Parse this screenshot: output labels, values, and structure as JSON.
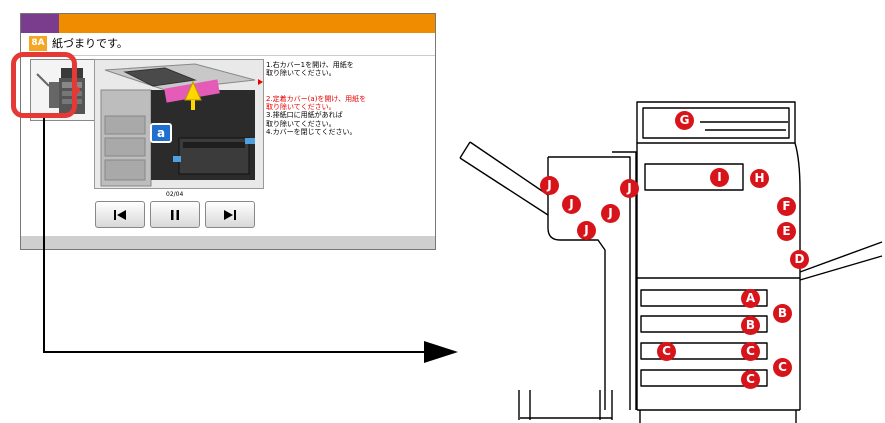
{
  "screen": {
    "header_icon": "8A",
    "title": "紙づまりです。",
    "callout": "a",
    "steps": [
      "1.右カバー1を開け、用紙を\n取り除いてください。",
      "2.定着カバー(a)を開け、用紙を\n取り除いてください。",
      "3.排紙口に用紙があれば\n取り除いてください。",
      "4.カバーを閉じてください。"
    ],
    "active_step": 1,
    "counter": "02/04",
    "buttons": [
      "previous-icon",
      "pause-icon",
      "next-icon"
    ]
  },
  "colors": {
    "header_orange": "#f08c00",
    "header_purple": "#7a3c8c",
    "highlight_red": "#e53935",
    "badge_red": "#d8141b",
    "callout_blue": "#1f6fd1"
  },
  "labels": [
    {
      "key": "g1",
      "text": "G"
    },
    {
      "key": "i1",
      "text": "I"
    },
    {
      "key": "h1",
      "text": "H"
    },
    {
      "key": "j1",
      "text": "J"
    },
    {
      "key": "j2",
      "text": "J"
    },
    {
      "key": "j3",
      "text": "J"
    },
    {
      "key": "j4",
      "text": "J"
    },
    {
      "key": "j5",
      "text": "J"
    },
    {
      "key": "f1",
      "text": "F"
    },
    {
      "key": "e1",
      "text": "E"
    },
    {
      "key": "d1",
      "text": "D"
    },
    {
      "key": "a1",
      "text": "A"
    },
    {
      "key": "b1",
      "text": "B"
    },
    {
      "key": "b2",
      "text": "B"
    },
    {
      "key": "c1",
      "text": "C"
    },
    {
      "key": "c2",
      "text": "C"
    },
    {
      "key": "c3",
      "text": "C"
    },
    {
      "key": "c4",
      "text": "C"
    }
  ]
}
